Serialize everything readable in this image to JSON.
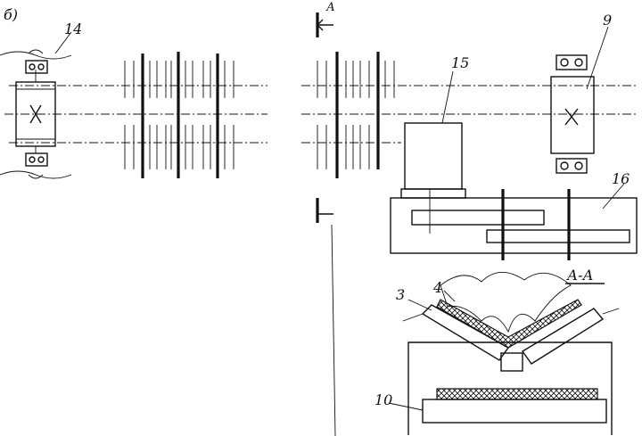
{
  "labels": {
    "view_b": "б)",
    "item_14": "14",
    "item_15": "15",
    "item_9": "9",
    "item_16": "16",
    "section_a_left": "А",
    "section_aa": "А-А",
    "item_3": "3",
    "item_4": "4",
    "item_10": "10"
  },
  "colors": {
    "ink": "#111111",
    "paper": "#ffffff"
  }
}
